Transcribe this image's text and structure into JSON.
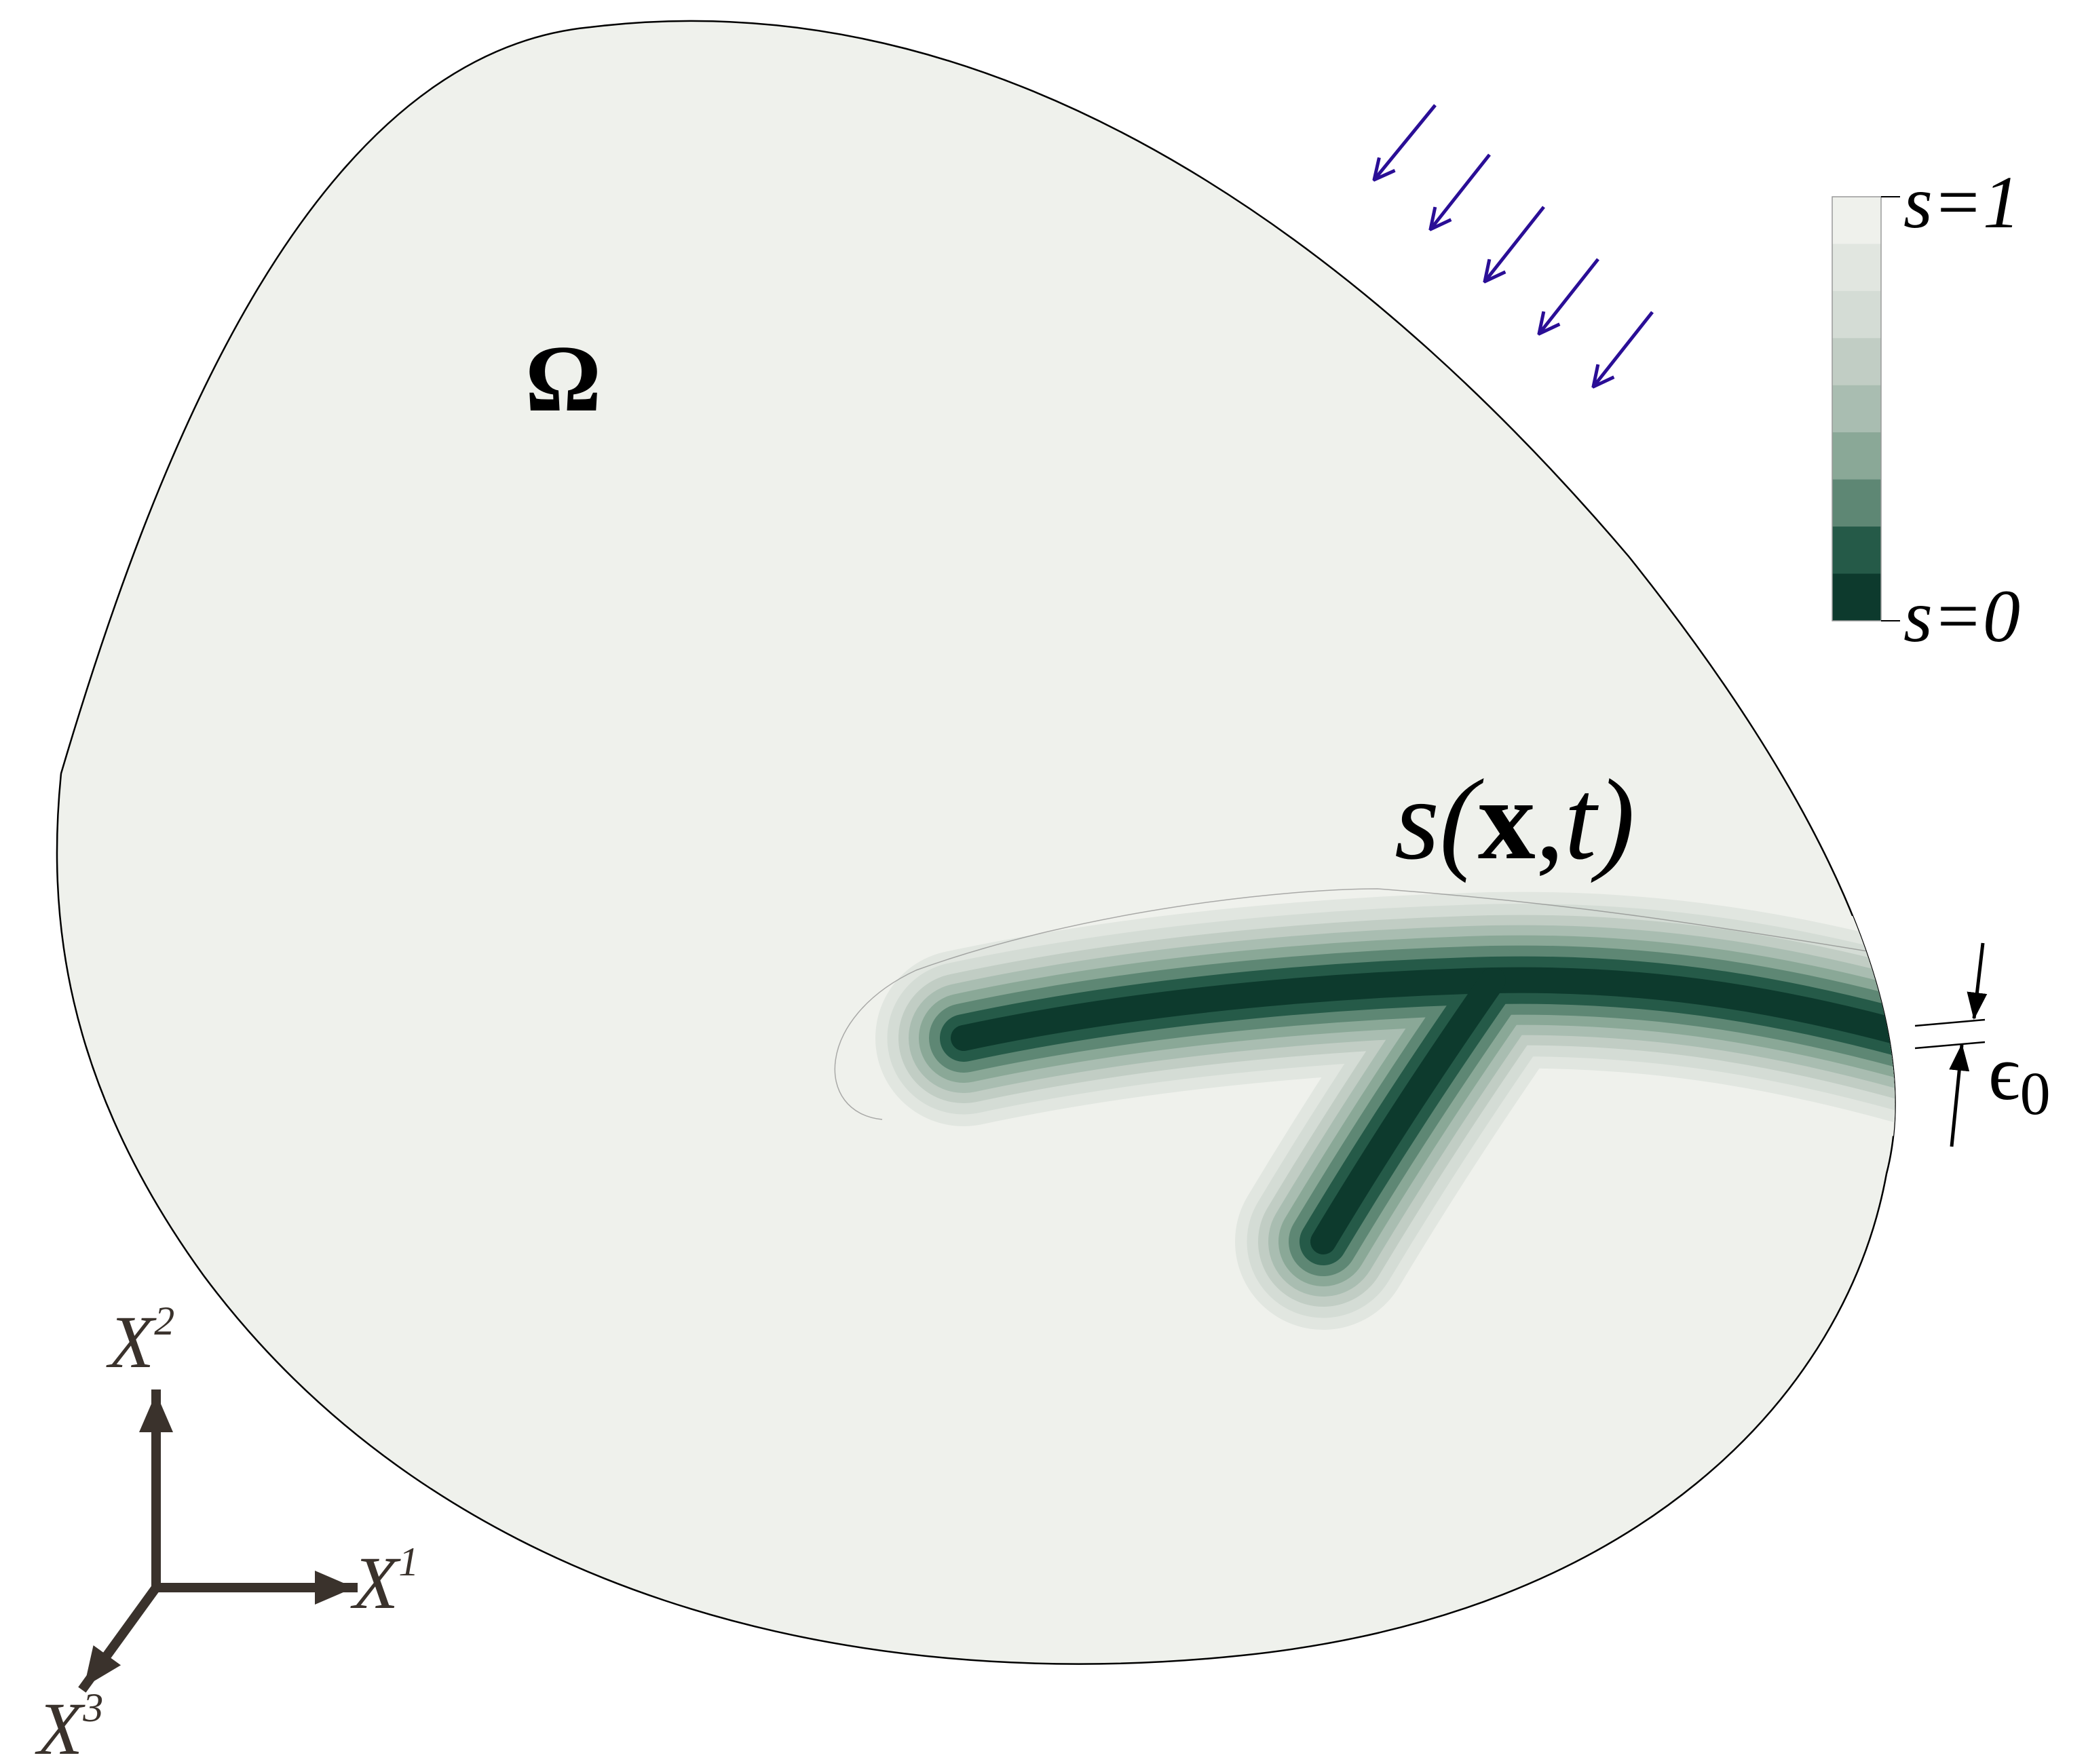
{
  "colors": {
    "domain_fill": "#eff1ec",
    "outline": "#000000",
    "load_arrows": "#2a0e96",
    "axes": "#3a322c",
    "scale": [
      "#eff1ec",
      "#e1e6e0",
      "#d4dcd5",
      "#c1cdc4",
      "#a9bdb1",
      "#8aa897",
      "#5e8774",
      "#255a48",
      "#0d3a2d"
    ]
  },
  "domain_label": "Ω",
  "field": {
    "symbol": "s",
    "open_paren": "(",
    "vector": "x",
    "comma": ",",
    "time": "t",
    "close_paren": ")"
  },
  "colorbar": {
    "top_label": "s=1",
    "bottom_label": "s=0"
  },
  "width_label": {
    "symbol": "ϵ",
    "subscript": "0"
  },
  "axes": {
    "x1": {
      "base": "X",
      "sup": "1"
    },
    "x2": {
      "base": "X",
      "sup": "2"
    },
    "x3": {
      "base": "X",
      "sup": "3"
    }
  }
}
